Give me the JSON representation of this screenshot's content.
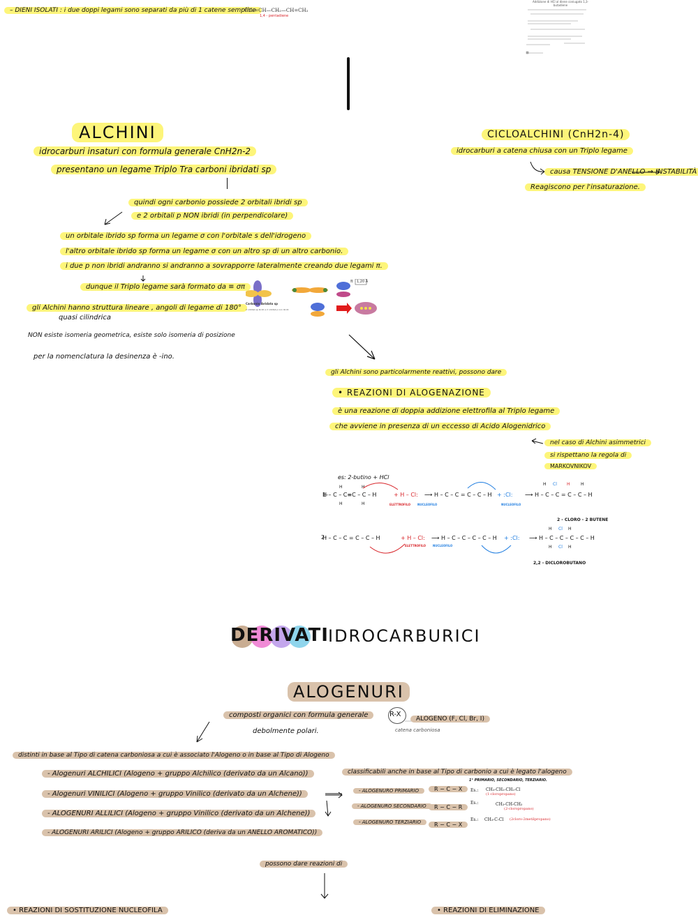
{
  "top": {
    "line": "– DIENI ISOLATI : i due doppi legami sono separati da più di 1 catene semplice",
    "formula": "CH₂=CH—CH₂—CH=CH₂",
    "formula_note": "1,4 - pentadiene"
  },
  "thumb": {
    "title": "Addizione di HCl al diene coniugato 1,3-butadiene"
  },
  "alchini": {
    "title": "ALCHINI",
    "l1": "idrocarburi insaturi con formula generale CnH2n-2",
    "l2": "presentano un legame Triplo Tra carboni ibridati sp",
    "l3": "quindi ogni carbonio possiede 2 orbitali ibridi sp",
    "l4": "e 2 orbitali p NON ibridi (in perpendicolare)",
    "l5": "un orbitale ibrido sp forma un legame σ con l'orbitale s dell'idrogeno",
    "l6": "l'altro orbitale ibrido sp forma un legame σ con un altro sp di un altro carbonio.",
    "l7": "i due p non ibridi andranno si andranno a sovrapporre lateralmente creando due legami π.",
    "l8": "dunque il Triplo legame sarà formato da ≡ σπ",
    "l9": "gli Alchini hanno struttura lineare , angoli di legame di 180°",
    "l9b": "quasi cilindrica",
    "l10": "NON esiste isomeria geometrica, esiste solo isomeria di posizione",
    "l11": "per la nomenclatura la desinenza è -ino.",
    "img_caption": "Carbonio ibridato sp",
    "img_caption2": "2 orbitali sp ibridi e 2 orbitali p non ibridi",
    "bond_len": "1,20 Å",
    "pi_label": "π"
  },
  "ciclo": {
    "title": "CICLOALCHINI (CnH2n-4)",
    "l1": "idrocarburi a catena chiusa con un Triplo legame",
    "l2": "causa TENSIONE D'ANELLO → INSTABILITÀ",
    "l3": "Reagiscono per l'insaturazione."
  },
  "reazioni": {
    "intro": "gli Alchini sono particolarmente reattivi, possono dare",
    "title": "• REAZIONI DI ALOGENAZIONE",
    "l1": "è una reazione di doppia addizione elettrofila al Triplo legame",
    "l2": "che avviene in presenza di un eccesso di Acido Alogenidrico",
    "note1": "nel caso di Alchini asimmetrici",
    "note2": "si rispettano la regola di",
    "note3": "MARKOVNIKOV",
    "ex": "es: 2-butino + HCl",
    "r1_num": "1-",
    "r2_num": "2-",
    "elettrofilo": "ELETTROFILO",
    "nucleofilo": "NUCLEOFILO",
    "prod1": "2 - CLORO - 2 BUTENE",
    "prod2": "2,2 - DICLOROBUTANO"
  },
  "derivati": {
    "title_a": "DERIVATI",
    "title_b": "IDROCARBURICI"
  },
  "alogenuri": {
    "title": "ALOGENURI",
    "l1": "composti organici con formula generale",
    "rx": "R-X",
    "alogeno": "ALOGENO (F, Cl, Br, I)",
    "catena": "catena carboniosa",
    "polar": "debolmente polari.",
    "distinti": "distinti in base al Tipo di catena carboniosa a cui è associato l'Alogeno o in base al Tipo di Alogeno",
    "types": [
      "- Alogenuri ALCHILICI (Alogeno + gruppo Alchilico (derivato da un Alcano))",
      "- Alogenuri VINILICI (Alogeno + gruppo Vinilico (derivato da un Alchene))",
      "- ALOGENURI ALLILICI (Alogeno + gruppo Vinilico (derivato da un Alchene))",
      "- ALOGENURI ARILICI (Alogeno + gruppo ARILICO (deriva da un ANELLO AROMATICO))"
    ],
    "class_title": "classificabili anche in base al Tipo di carbonio a cui è legato l'alogeno",
    "class_sub": "1° PRIMARIO, SECONDARIO, TERZIARIO.",
    "classes": [
      {
        "label": "- ALOGENURO PRIMARIO",
        "formula": "R − C − X",
        "ex": "CH₃-CH₂-CH₂-Cl",
        "ex_name": "(1-cloropropano)"
      },
      {
        "label": "- ALOGENURO SECONDARIO",
        "formula": "R − C − R",
        "ex": "CH₃-CH-CH₃",
        "ex_name": "(2-cloropropano)"
      },
      {
        "label": "- ALOGENURO TERZIARIO",
        "formula": "R − C − X",
        "ex": "CH₃-C-Cl",
        "ex_name": "(2cloro-2metilpropano)"
      }
    ],
    "ex_label": "Es.:",
    "possono": "possono dare reazioni di"
  },
  "bottom": {
    "left": "• REAZIONI DI SOSTITUZIONE NUCLEOFILA",
    "right": "• REAZIONI DI ELIMINAZIONE"
  }
}
